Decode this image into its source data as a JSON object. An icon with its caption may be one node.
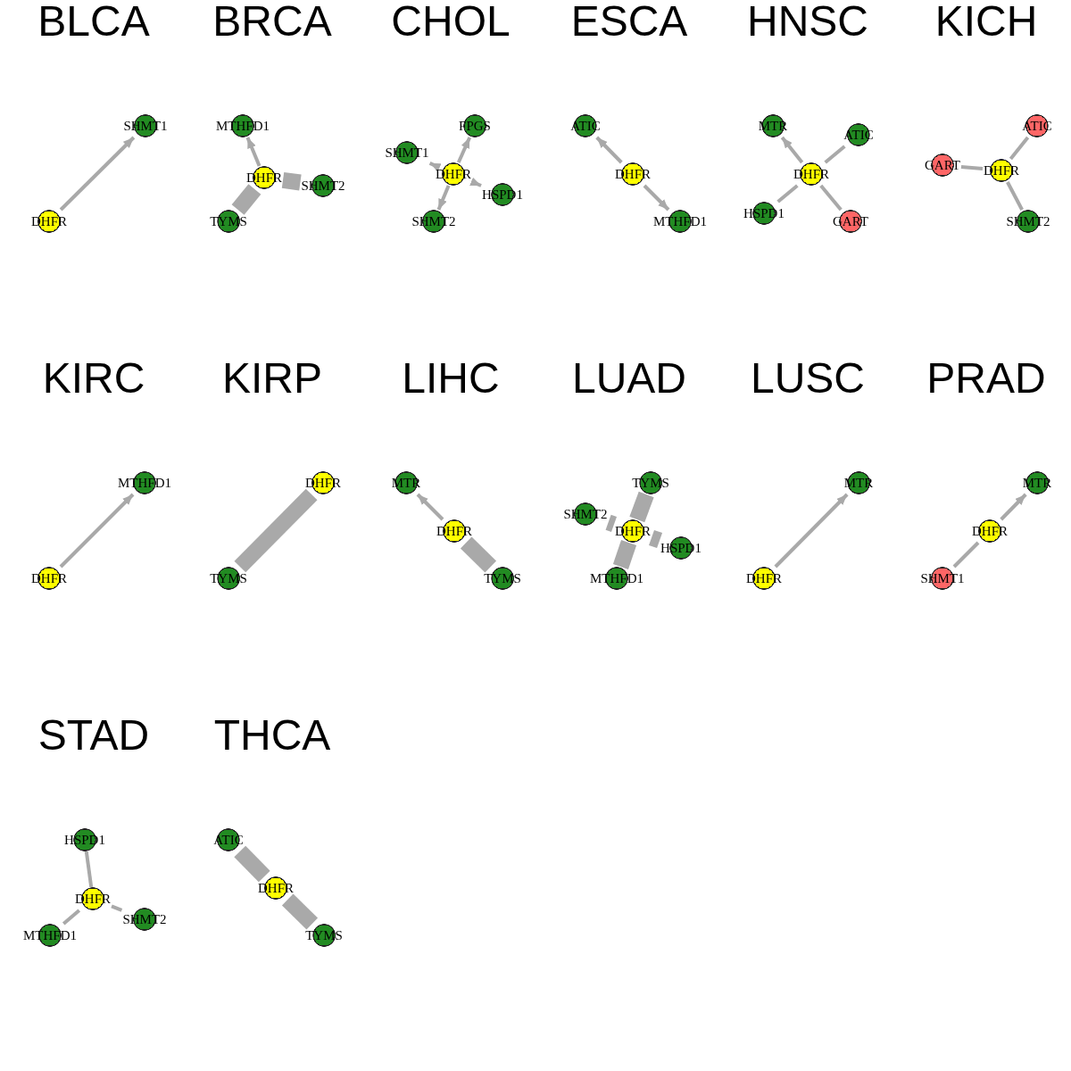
{
  "diagram": {
    "nodes": [
      {
        "text": [
          "BLCA"
        ]
      },
      {
        "text": [
          "SHMT1"
        ],
        "in": 0
      },
      {
        "text": [
          "DHFR"
        ],
        "in": 0
      },
      {
        "text": [
          "BRCA"
        ]
      },
      {
        "text": [
          "MTHFD1"
        ],
        "in": 3
      },
      {
        "text": [
          "DHFR"
        ],
        "in": 3
      },
      {
        "text": [
          "SHMT2"
        ],
        "in": 3
      },
      {
        "text": [
          "TYMS"
        ],
        "in": 3
      },
      {
        "text": [
          "CHOL"
        ]
      },
      {
        "text": [
          "FPGS"
        ],
        "in": 8
      },
      {
        "text": [
          "SHMT1"
        ],
        "in": 8
      },
      {
        "text": [
          "DHFR"
        ],
        "in": 8
      },
      {
        "text": [
          "HSPD1"
        ],
        "in": 8
      },
      {
        "text": [
          "SHMT2"
        ],
        "in": 8
      },
      {
        "text": [
          "ESCA"
        ]
      },
      {
        "text": [
          "ATIC"
        ],
        "in": 14
      },
      {
        "text": [
          "DHFR"
        ],
        "in": 14
      },
      {
        "text": [
          "MTHFD1"
        ],
        "in": 14
      },
      {
        "text": [
          "HNSC"
        ]
      },
      {
        "text": [
          "MTR"
        ],
        "in": 18
      },
      {
        "text": [
          "ATIC"
        ],
        "in": 18
      },
      {
        "text": [
          "DHFR"
        ],
        "in": 18
      },
      {
        "text": [
          "HSPD1"
        ],
        "in": 18
      },
      {
        "text": [
          "GART"
        ],
        "in": 18
      },
      {
        "text": [
          "KICH"
        ]
      },
      {
        "text": [
          "ATIC"
        ],
        "in": 24
      },
      {
        "text": [
          "GART"
        ],
        "in": 24
      },
      {
        "text": [
          "DHFR"
        ],
        "in": 24
      },
      {
        "text": [
          "SHMT2"
        ],
        "in": 24
      },
      {
        "text": [
          "KIRC"
        ]
      },
      {
        "text": [
          "MTHFD1"
        ],
        "in": 29
      },
      {
        "text": [
          "DHFR"
        ],
        "in": 29
      },
      {
        "text": [
          "KIRP"
        ]
      },
      {
        "text": [
          "DHFR"
        ],
        "in": 32
      },
      {
        "text": [
          "TYMS"
        ],
        "in": 32
      },
      {
        "text": [
          "LIHC"
        ]
      },
      {
        "text": [
          "MTR"
        ],
        "in": 35
      },
      {
        "text": [
          "DHFR"
        ],
        "in": 35
      },
      {
        "text": [
          "TYMS"
        ],
        "in": 35
      },
      {
        "text": [
          "LUAD"
        ]
      },
      {
        "text": [
          "TYMS"
        ],
        "in": 39
      },
      {
        "text": [
          "SHMT2"
        ],
        "in": 39
      },
      {
        "text": [
          "DHFR"
        ],
        "in": 39
      },
      {
        "text": [
          "HSPD1"
        ],
        "in": 39
      },
      {
        "text": [
          "MTHFD1"
        ],
        "in": 39
      },
      {
        "text": [
          "LUSC"
        ]
      },
      {
        "text": [
          "MTR"
        ],
        "in": 45
      },
      {
        "text": [
          "DHFR"
        ],
        "in": 45
      },
      {
        "text": [
          "PRAD"
        ]
      },
      {
        "text": [
          "MTR"
        ],
        "in": 48
      },
      {
        "text": [
          "DHFR"
        ],
        "in": 48
      },
      {
        "text": [
          "SHMT1"
        ],
        "in": 48
      },
      {
        "text": [
          "STAD"
        ]
      },
      {
        "text": [
          "HSPD1"
        ],
        "in": 52
      },
      {
        "text": [
          "DHFR"
        ],
        "in": 52
      },
      {
        "text": [
          "SHMT2"
        ],
        "in": 52
      },
      {
        "text": [
          "MTHFD1"
        ],
        "in": 52
      },
      {
        "text": [
          "THCA"
        ]
      },
      {
        "text": [
          "ATIC"
        ],
        "in": 57
      },
      {
        "text": [
          "DHFR"
        ],
        "in": 57
      },
      {
        "text": [
          "TYMS"
        ],
        "in": 57
      }
    ],
    "edges": [
      {
        "from": 2,
        "to": 1,
        "arrow": "to"
      },
      {
        "from": 5,
        "to": 4,
        "arrow": "to"
      },
      {
        "from": 5,
        "to": 6,
        "arrow": "none",
        "style": "thick"
      },
      {
        "from": 5,
        "to": 7,
        "arrow": "none",
        "style": "thick"
      },
      {
        "from": 11,
        "to": 9,
        "arrow": "to"
      },
      {
        "from": 11,
        "to": 10,
        "arrow": "to"
      },
      {
        "from": 11,
        "to": 12,
        "arrow": "to"
      },
      {
        "from": 11,
        "to": 13,
        "arrow": "to"
      },
      {
        "from": 16,
        "to": 15,
        "arrow": "to"
      },
      {
        "from": 16,
        "to": 17,
        "arrow": "to"
      },
      {
        "from": 21,
        "to": 19,
        "arrow": "to"
      },
      {
        "from": 21,
        "to": 20,
        "arrow": "none"
      },
      {
        "from": 21,
        "to": 22,
        "arrow": "none"
      },
      {
        "from": 21,
        "to": 23,
        "arrow": "none"
      },
      {
        "from": 27,
        "to": 25,
        "arrow": "none"
      },
      {
        "from": 27,
        "to": 26,
        "arrow": "none"
      },
      {
        "from": 27,
        "to": 28,
        "arrow": "none"
      },
      {
        "from": 31,
        "to": 30,
        "arrow": "to"
      },
      {
        "from": 33,
        "to": 34,
        "arrow": "none",
        "style": "thick"
      },
      {
        "from": 37,
        "to": 36,
        "arrow": "to"
      },
      {
        "from": 37,
        "to": 38,
        "arrow": "none",
        "style": "thick"
      },
      {
        "from": 42,
        "to": 40,
        "arrow": "none",
        "style": "thick"
      },
      {
        "from": 42,
        "to": 41,
        "arrow": "none",
        "style": "thick"
      },
      {
        "from": 42,
        "to": 43,
        "arrow": "none",
        "style": "thick"
      },
      {
        "from": 42,
        "to": 44,
        "arrow": "none",
        "style": "thick"
      },
      {
        "from": 47,
        "to": 46,
        "arrow": "to"
      },
      {
        "from": 50,
        "to": 49,
        "arrow": "to"
      },
      {
        "from": 50,
        "to": 51,
        "arrow": "none"
      },
      {
        "from": 54,
        "to": 53,
        "arrow": "none"
      },
      {
        "from": 54,
        "to": 55,
        "arrow": "none"
      },
      {
        "from": 54,
        "to": 56,
        "arrow": "none"
      },
      {
        "from": 59,
        "to": 58,
        "arrow": "none",
        "style": "thick"
      },
      {
        "from": 59,
        "to": 60,
        "arrow": "none",
        "style": "thick"
      }
    ]
  }
}
